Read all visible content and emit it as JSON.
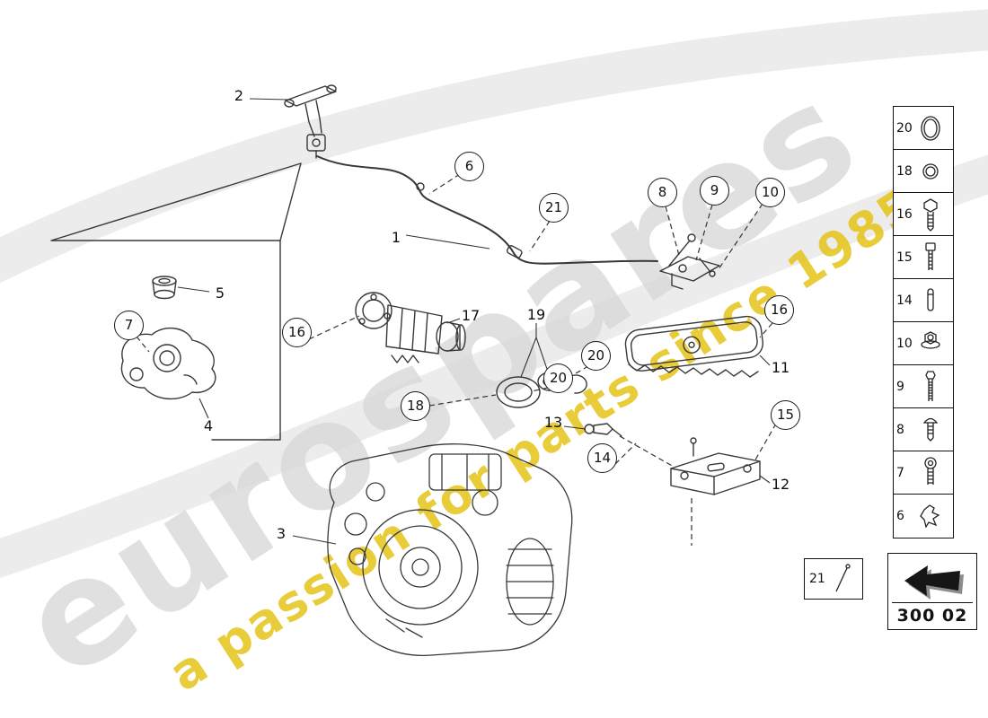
{
  "watermark": {
    "brand": "eurospares",
    "tagline": "a passion for parts since 1985"
  },
  "diagram": {
    "callouts_circled": [
      {
        "label": "6"
      },
      {
        "label": "21"
      },
      {
        "label": "8"
      },
      {
        "label": "9"
      },
      {
        "label": "10"
      },
      {
        "label": "16"
      },
      {
        "label": "7"
      },
      {
        "label": "16"
      },
      {
        "label": "18"
      },
      {
        "label": "20"
      },
      {
        "label": "20"
      },
      {
        "label": "14"
      },
      {
        "label": "15"
      }
    ],
    "callouts_plain": [
      {
        "label": "2"
      },
      {
        "label": "1"
      },
      {
        "label": "17"
      },
      {
        "label": "19"
      },
      {
        "label": "5"
      },
      {
        "label": "4"
      },
      {
        "label": "11"
      },
      {
        "label": "13"
      },
      {
        "label": "12"
      },
      {
        "label": "3"
      }
    ]
  },
  "legend": {
    "items": [
      {
        "number": "20",
        "icon": "o-ring"
      },
      {
        "number": "18",
        "icon": "sealing-ring"
      },
      {
        "number": "16",
        "icon": "hex-bolt"
      },
      {
        "number": "15",
        "icon": "cheese-head-bolt"
      },
      {
        "number": "14",
        "icon": "dowel-pin"
      },
      {
        "number": "10",
        "icon": "flange-nut"
      },
      {
        "number": "9",
        "icon": "long-hex-bolt"
      },
      {
        "number": "8",
        "icon": "pan-head-screw"
      },
      {
        "number": "7",
        "icon": "socket-head-screw"
      },
      {
        "number": "6",
        "icon": "retaining-clip"
      }
    ],
    "pin_item": {
      "number": "21",
      "icon": "split-pin"
    }
  },
  "nav": {
    "code": "300 02"
  }
}
